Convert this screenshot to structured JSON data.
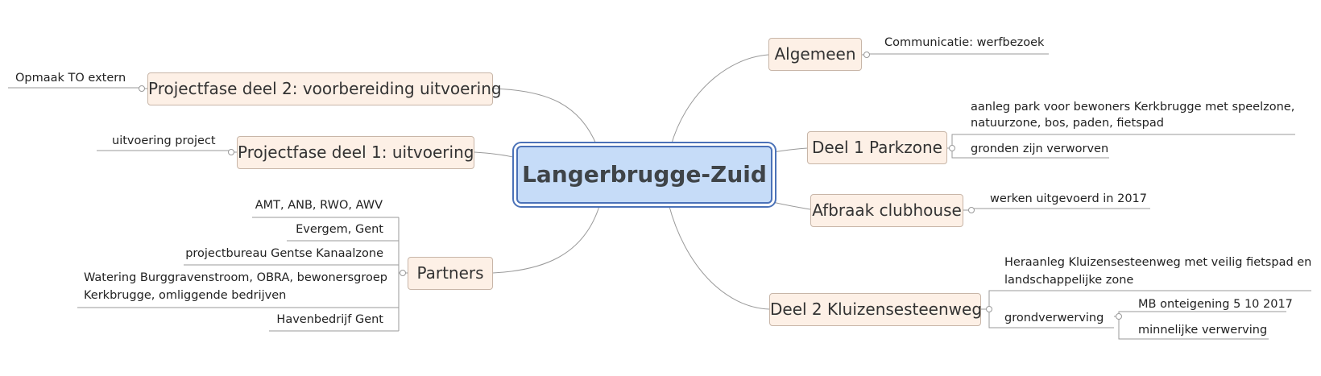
{
  "root": "Langerbrugge-Zuid",
  "right": {
    "algemeen": {
      "label": "Algemeen",
      "children": [
        "Communicatie: werfbezoek"
      ]
    },
    "parkzone": {
      "label": "Deel 1 Parkzone",
      "children": [
        "aanleg park voor bewoners Kerkbrugge met speelzone,",
        "natuurzone, bos, paden, fietspad",
        "gronden zijn verworven"
      ]
    },
    "clubhouse": {
      "label": "Afbraak clubhouse",
      "children": [
        "werken uitgevoerd in 2017"
      ]
    },
    "kluizen": {
      "label": "Deel 2 Kluizensesteenweg",
      "children": [
        "Heraanleg Kluizensesteenweg met veilig fietspad en",
        "landschappelijke zone"
      ],
      "grond": {
        "label": "grondverwerving",
        "children": [
          "MB onteigening 5 10 2017",
          "minnelijke verwerving"
        ]
      }
    }
  },
  "left": {
    "fase2": {
      "label": "Projectfase deel 2: voorbereiding uitvoering",
      "children": [
        "Opmaak TO extern"
      ]
    },
    "fase1": {
      "label": "Projectfase deel 1: uitvoering",
      "children": [
        "uitvoering project"
      ]
    },
    "partners": {
      "label": "Partners",
      "children": [
        "AMT, ANB, RWO, AWV",
        "Evergem, Gent",
        "projectbureau Gentse Kanaalzone",
        "Watering Burggravenstroom, OBRA, bewonersgroep",
        "Kerkbrugge, omliggende bedrijven",
        "Havenbedrijf Gent"
      ]
    }
  }
}
